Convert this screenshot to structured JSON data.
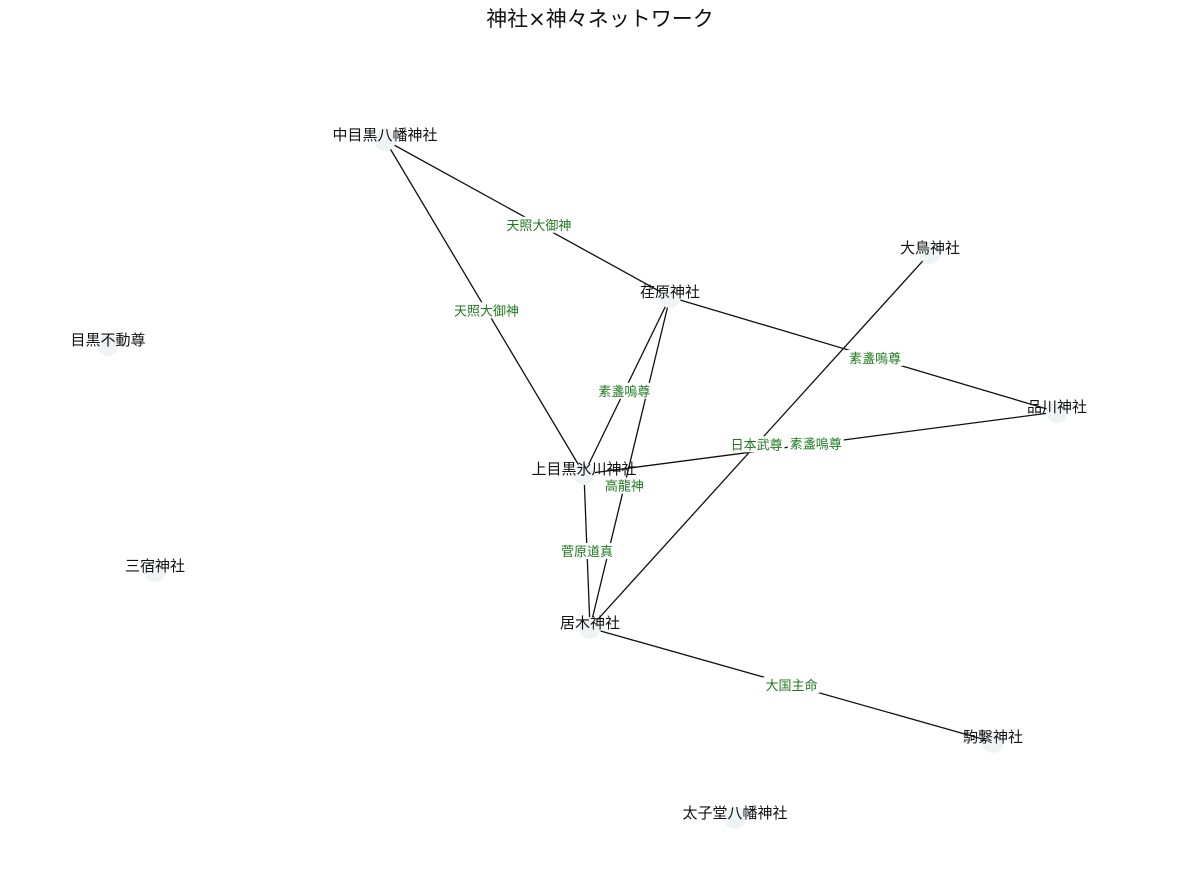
{
  "title": "神社×神々ネットワーク",
  "colors": {
    "edge": "#111111",
    "edge_label": "#1f7a1f",
    "node": "#eef4f6",
    "node_label": "#111111",
    "background": "#ffffff"
  },
  "nodes": [
    {
      "id": "nakameguro",
      "label": "中目黒八幡神社"
    },
    {
      "id": "ootori",
      "label": "大鳥神社"
    },
    {
      "id": "arihara",
      "label": "荏原神社"
    },
    {
      "id": "meguro_fudoson",
      "label": "目黒不動尊"
    },
    {
      "id": "shinagawa",
      "label": "品川神社"
    },
    {
      "id": "kamimeguro_hikawa",
      "label": "上目黒氷川神社"
    },
    {
      "id": "mishuku",
      "label": "三宿神社"
    },
    {
      "id": "igi",
      "label": "居木神社"
    },
    {
      "id": "komatsunagi",
      "label": "駒繋神社"
    },
    {
      "id": "taishido_hachiman",
      "label": "太子堂八幡神社"
    }
  ],
  "edges": [
    {
      "source": "nakameguro",
      "target": "arihara",
      "label": "天照大御神"
    },
    {
      "source": "nakameguro",
      "target": "kamimeguro_hikawa",
      "label": "天照大御神"
    },
    {
      "source": "arihara",
      "target": "shinagawa",
      "label": "素盞嗚尊"
    },
    {
      "source": "arihara",
      "target": "kamimeguro_hikawa",
      "label": "素盞嗚尊"
    },
    {
      "source": "arihara",
      "target": "igi",
      "label": "高龍神"
    },
    {
      "source": "kamimeguro_hikawa",
      "target": "shinagawa",
      "label": "素盞嗚尊"
    },
    {
      "source": "ootori",
      "target": "igi",
      "label": "日本武尊"
    },
    {
      "source": "kamimeguro_hikawa",
      "target": "igi",
      "label": "菅原道真"
    },
    {
      "source": "igi",
      "target": "komatsunagi",
      "label": "大国主命"
    }
  ]
}
